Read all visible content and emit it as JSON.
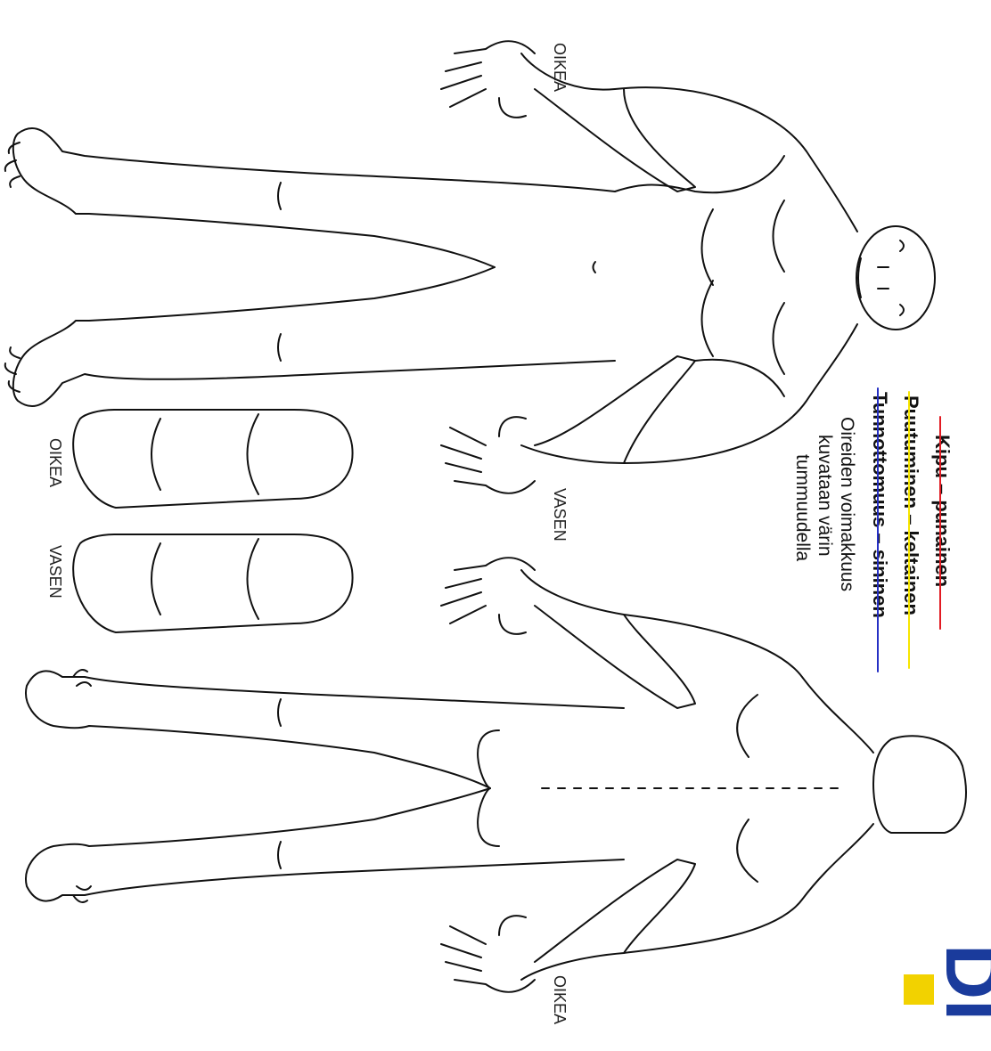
{
  "labels": {
    "front_right_hand": "OIKEA",
    "front_left_hand": "VASEN",
    "sole_right": "OIKEA",
    "sole_left": "VASEN",
    "back_right_hand": "OIKEA"
  },
  "legend": {
    "items": [
      {
        "text": "Kipu – punainen",
        "color": "#e21b23"
      },
      {
        "text": "Puutuminen – keltainen",
        "color": "#f7e600"
      },
      {
        "text": "Tunnottomuus – sininen",
        "color": "#2630c4"
      }
    ],
    "note_lines": [
      "Oireiden voimakkuus",
      "kuvataan värin",
      "tummuudella"
    ]
  },
  "logo": {
    "text": "DI",
    "colors": {
      "square": "#f2d200",
      "mark": "#1a3b9c"
    }
  }
}
